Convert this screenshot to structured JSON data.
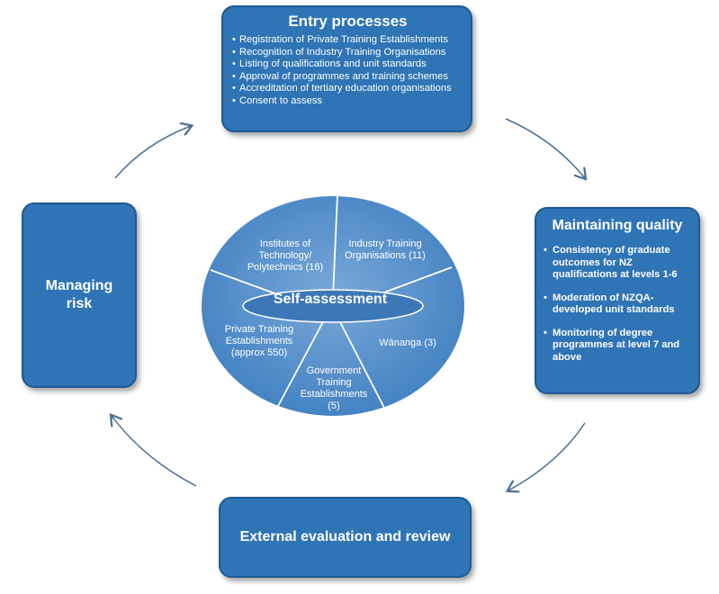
{
  "entry": {
    "title": "Entry processes",
    "items": [
      "Registration of Private Training Establishments",
      "Recognition of Industry Training Organisations",
      "Listing of qualifications and unit standards",
      "Approval of programmes and training schemes",
      "Accreditation of tertiary education organisations",
      "Consent to assess"
    ]
  },
  "quality": {
    "title": "Maintaining quality",
    "items": [
      "Consistency of graduate outcomes for NZ qualifications at levels 1-6",
      "Moderation of NZQA-developed unit standards",
      "Monitoring of degree programmes at level 7 and above"
    ]
  },
  "risk": {
    "title": "Managing risk"
  },
  "external": {
    "title": "External evaluation and review"
  },
  "center": {
    "label": "Self-assessment",
    "segments": {
      "itp": "Institutes of Technology/ Polytechnics (16)",
      "ito": "Industry Training Organisations (11)",
      "wananga": "Wānanga (3)",
      "gte": "Government Training Establishments (5)",
      "pte": "Private Training Establishments (approx 550)"
    }
  },
  "colors": {
    "box": "#2f74b5",
    "ellipse": "#4a86c6",
    "arrow": "#4a6f93"
  }
}
